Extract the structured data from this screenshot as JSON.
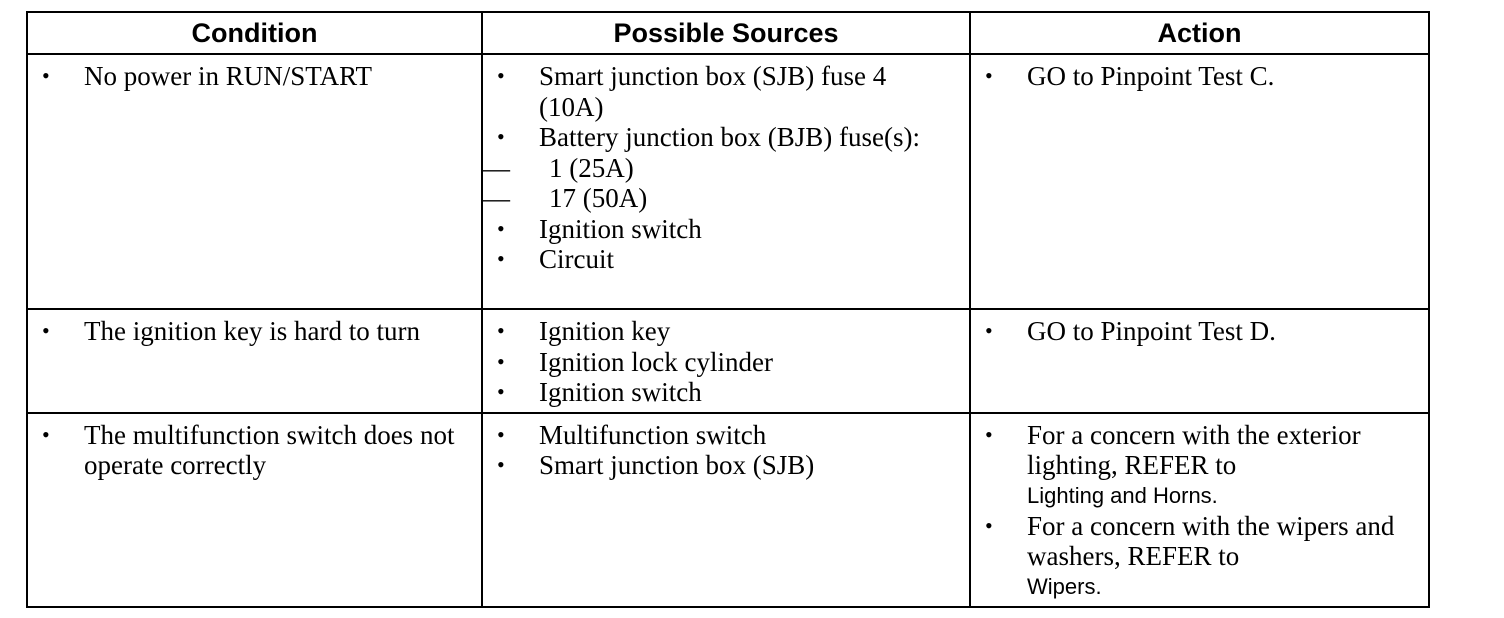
{
  "headers": {
    "condition": "Condition",
    "sources": "Possible Sources",
    "action": "Action"
  },
  "bullet_glyph": "•",
  "dash_glyph": "—",
  "rows": [
    {
      "condition": "No power in RUN/START",
      "sources": {
        "s0": "Smart junction box (SJB) fuse 4 (10A)",
        "s1": "Battery junction box (BJB) fuse(s):",
        "s1_sub0": "1 (25A)",
        "s1_sub1": "17 (50A)",
        "s2": "Ignition switch",
        "s3": "Circuit"
      },
      "action": {
        "a0": "GO to Pinpoint Test C."
      }
    },
    {
      "condition": "The ignition key is hard to turn",
      "sources": {
        "s0": "Ignition key",
        "s1": "Ignition lock cylinder",
        "s2": "Ignition switch"
      },
      "action": {
        "a0": "GO to Pinpoint Test D."
      }
    },
    {
      "condition": "The multifunction switch does not operate correctly",
      "sources": {
        "s0": "Multifunction switch",
        "s1": "Smart junction box (SJB)"
      },
      "action": {
        "a0": "For a concern with the exterior lighting, REFER to",
        "a0_ref": "Lighting and Horns.",
        "a1": "For a concern with the wipers and washers, REFER to",
        "a1_ref": "Wipers."
      }
    }
  ]
}
